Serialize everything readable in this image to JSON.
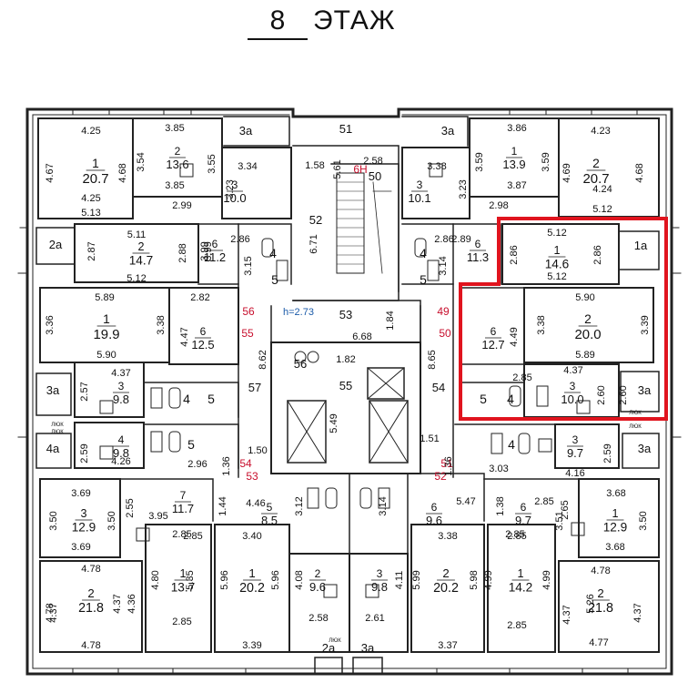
{
  "header": {
    "floor_number": "8",
    "floor_label": "ЭТАЖ"
  },
  "colors": {
    "wall": "#222222",
    "highlight": "#e0141e",
    "apartment_number": "#c8102e",
    "height_note": "#1a5aa8"
  },
  "height_note": "h=2.73",
  "highlighted_apartment": "50",
  "rooms": [
    {
      "id": "r1",
      "n": "1",
      "a": "20.7"
    },
    {
      "id": "r2",
      "n": "2",
      "a": "13.6"
    },
    {
      "id": "r3",
      "n": "3",
      "a": "10.0"
    },
    {
      "id": "r4",
      "n": "1",
      "a": "13.9"
    },
    {
      "id": "r5",
      "n": "2",
      "a": "20.7"
    },
    {
      "id": "r6",
      "n": "3",
      "a": "10.1"
    },
    {
      "id": "r7",
      "n": "2",
      "a": "14.7"
    },
    {
      "id": "r8",
      "n": "6",
      "a": "11.2"
    },
    {
      "id": "r9",
      "n": "6",
      "a": "11.3"
    },
    {
      "id": "r10",
      "n": "1",
      "a": "14.6"
    },
    {
      "id": "r11",
      "n": "1",
      "a": "19.9"
    },
    {
      "id": "r12",
      "n": "6",
      "a": "12.5"
    },
    {
      "id": "r13",
      "n": "6",
      "a": "12.7"
    },
    {
      "id": "r14",
      "n": "2",
      "a": "20.0"
    },
    {
      "id": "r15",
      "n": "3",
      "a": "9.8"
    },
    {
      "id": "r16",
      "n": "3",
      "a": "10.0"
    },
    {
      "id": "r17",
      "n": "4",
      "a": "9.8"
    },
    {
      "id": "r18",
      "n": "3",
      "a": "9.7"
    },
    {
      "id": "r19",
      "n": "3",
      "a": "12.9"
    },
    {
      "id": "r20",
      "n": "7",
      "a": "11.7"
    },
    {
      "id": "r21",
      "n": "5",
      "a": "8.5"
    },
    {
      "id": "r22",
      "n": "6",
      "a": "9.6"
    },
    {
      "id": "r23",
      "n": "6",
      "a": "9.7"
    },
    {
      "id": "r24",
      "n": "1",
      "a": "12.9"
    },
    {
      "id": "r25",
      "n": "1",
      "a": "13.7"
    },
    {
      "id": "r26",
      "n": "1",
      "a": "20.2"
    },
    {
      "id": "r27",
      "n": "2",
      "a": "20.2"
    },
    {
      "id": "r28",
      "n": "1",
      "a": "14.2"
    },
    {
      "id": "r29",
      "n": "2",
      "a": "21.8"
    },
    {
      "id": "r30",
      "n": "2",
      "a": "21.8"
    },
    {
      "id": "r31",
      "n": "2",
      "a": "9.6"
    },
    {
      "id": "r32",
      "n": "3",
      "a": "9.8"
    },
    {
      "id": "r33",
      "n": "4",
      "a": ""
    },
    {
      "id": "r34",
      "n": "5",
      "a": ""
    },
    {
      "id": "r35",
      "n": "4",
      "a": ""
    },
    {
      "id": "r36",
      "n": "5",
      "a": ""
    },
    {
      "id": "r37",
      "n": "4",
      "a": ""
    },
    {
      "id": "r38",
      "n": "5",
      "a": ""
    },
    {
      "id": "r39",
      "n": "5",
      "a": ""
    },
    {
      "id": "r40",
      "n": "4",
      "a": ""
    },
    {
      "id": "r41",
      "n": "5",
      "a": ""
    },
    {
      "id": "r42",
      "n": "4",
      "a": ""
    }
  ],
  "balconies": [
    {
      "id": "b1",
      "t": "3а"
    },
    {
      "id": "b2",
      "t": "3а"
    },
    {
      "id": "b3",
      "t": "2а"
    },
    {
      "id": "b4",
      "t": "1а"
    },
    {
      "id": "b5",
      "t": "3а"
    },
    {
      "id": "b6",
      "t": "3а"
    },
    {
      "id": "b7",
      "t": "4а"
    },
    {
      "id": "b8",
      "t": "3а"
    },
    {
      "id": "b9",
      "t": "2а"
    },
    {
      "id": "b10",
      "t": "3а"
    }
  ],
  "core": [
    {
      "id": "c51",
      "t": "51"
    },
    {
      "id": "c52",
      "t": "52"
    },
    {
      "id": "c53",
      "t": "53"
    },
    {
      "id": "c50",
      "t": "50"
    },
    {
      "id": "c6h",
      "t": "6Н"
    },
    {
      "id": "c56",
      "t": "56"
    },
    {
      "id": "c55",
      "t": "55"
    },
    {
      "id": "c57",
      "t": "57"
    },
    {
      "id": "c54",
      "t": "54"
    }
  ],
  "apartments": [
    {
      "id": "a56",
      "t": "56"
    },
    {
      "id": "a55",
      "t": "55"
    },
    {
      "id": "a49",
      "t": "49"
    },
    {
      "id": "a50",
      "t": "50"
    },
    {
      "id": "a54",
      "t": "54"
    },
    {
      "id": "a53",
      "t": "53"
    },
    {
      "id": "a51",
      "t": "51"
    },
    {
      "id": "a52",
      "t": "52"
    }
  ],
  "dims": [
    "4.25",
    "3.85",
    "3.86",
    "4.23",
    "4.67",
    "4.68",
    "3.54",
    "3.55",
    "3.59",
    "3.59",
    "4.69",
    "4.68",
    "4.25",
    "3.85",
    "3.87",
    "4.24",
    "5.13",
    "2.99",
    "2.98",
    "5.12",
    "3.34",
    "3.23",
    "3.38",
    "3.23",
    "1.58",
    "5.61",
    "2.58",
    "6.71",
    "2.86",
    "2.86",
    "3.99",
    "3.99",
    "3.15",
    "3.14",
    "2.89",
    "5.11",
    "2.87",
    "2.88",
    "5.12",
    "5.12",
    "5.12",
    "2.86",
    "2.86",
    "5.89",
    "3.36",
    "3.38",
    "5.90",
    "2.82",
    "4.47",
    "5.90",
    "3.38",
    "4.49",
    "3.39",
    "5.89",
    "6.68",
    "1.84",
    "1.82",
    "8.62",
    "8.65",
    "5.49",
    "4.37",
    "2.57",
    "4.37",
    "2.85",
    "2.60",
    "2.60",
    "4.26",
    "2.59",
    "2.59",
    "4.16",
    "2.96",
    "1.36",
    "1.50",
    "1.51",
    "1.36",
    "3.03",
    "3.69",
    "2.55",
    "3.50",
    "3.50",
    "3.69",
    "3.95",
    "2.85",
    "3.68",
    "2.65",
    "3.51",
    "3.50",
    "3.68",
    "4.46",
    "1.44",
    "3.12",
    "3.14",
    "5.47",
    "1.38",
    "3.40",
    "3.38",
    "2.85",
    "2.85",
    "2.85",
    "4.78",
    "4.78",
    "4.80",
    "5.35",
    "4.36",
    "4.37",
    "4.37",
    "4.37",
    "5.96",
    "5.96",
    "4.08",
    "4.11",
    "5.99",
    "5.98",
    "4.99",
    "4.99",
    "5.26",
    "4.37",
    "2.58",
    "2.61",
    "4.78",
    "3.39",
    "3.37",
    "4.77",
    "2.85",
    "2.85",
    "4.78",
    "2.85"
  ],
  "small_labels": [
    "ЛЮК",
    "ЛЮК",
    "ЛЮК",
    "ЛЮК",
    "ЛЮК"
  ]
}
